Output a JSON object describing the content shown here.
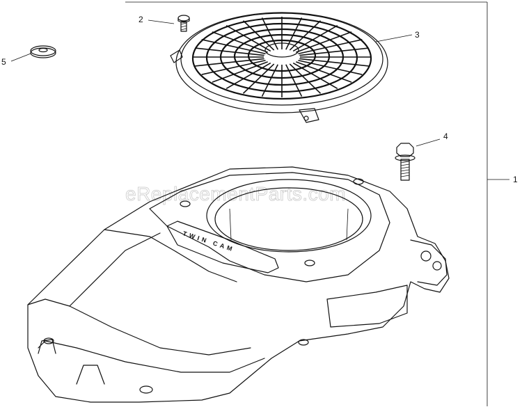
{
  "watermark": "eReplacementParts.com",
  "cover_stamp": "TWIN CAM",
  "callouts": [
    {
      "id": "1",
      "label": "1"
    },
    {
      "id": "2",
      "label": "2"
    },
    {
      "id": "3",
      "label": "3"
    },
    {
      "id": "4",
      "label": "4"
    },
    {
      "id": "5",
      "label": "5"
    }
  ],
  "parts": {
    "p1": "blower-housing",
    "p2": "screw",
    "p3": "grass-screen",
    "p4": "flange-bolt",
    "p5": "washer"
  }
}
